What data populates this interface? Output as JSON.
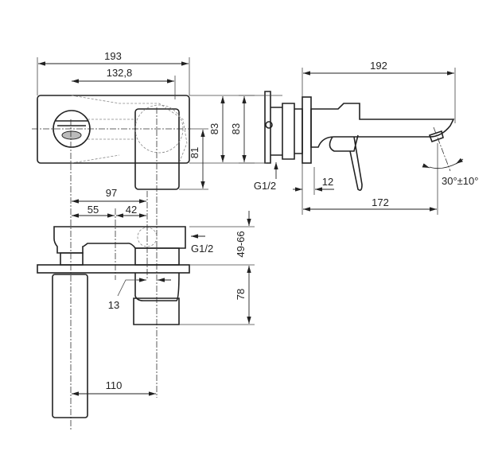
{
  "dimensions": {
    "front_width": "193",
    "front_hole_spacing": "132,8",
    "front_height_a": "83",
    "front_height_b": "83",
    "handle_drop": "81",
    "top_offset_97": "97",
    "top_offset_55": "55",
    "top_offset_42": "42",
    "top_depth_range": "49-66",
    "top_depth_78": "78",
    "top_inlet": "G1/2",
    "top_13": "13",
    "top_110": "110",
    "side_length": "192",
    "side_inlet": "G1/2",
    "side_12": "12",
    "side_172": "172",
    "side_angle": "30°±10°"
  }
}
